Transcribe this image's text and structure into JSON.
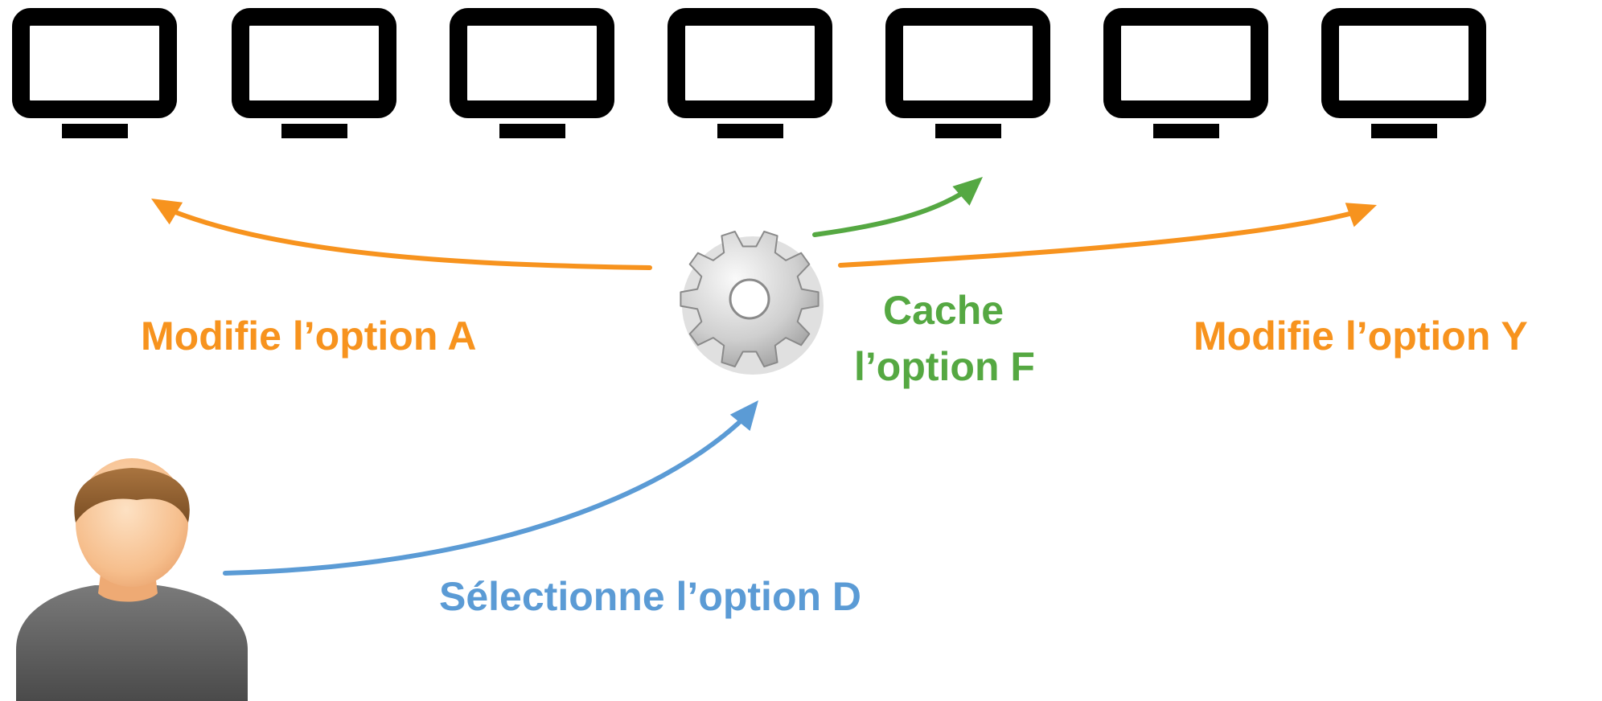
{
  "screens": {
    "count": 7,
    "names": [
      "screen-1",
      "screen-2",
      "screen-3",
      "screen-4",
      "screen-5",
      "screen-6",
      "screen-7"
    ]
  },
  "icons": {
    "monitor": "monitor-icon",
    "gear": "gear-icon",
    "user": "user-avatar-icon"
  },
  "labels": {
    "modify_a": "Modifie l’option A",
    "hide_f_line1": "Cache",
    "hide_f_line2": "l’option F",
    "modify_y": "Modifie l’option Y",
    "select_d": "Sélectionne l’option D"
  },
  "colors": {
    "modify": "#f7931e",
    "hide": "#55a842",
    "select": "#5b9bd5",
    "monitor": "#000000"
  }
}
